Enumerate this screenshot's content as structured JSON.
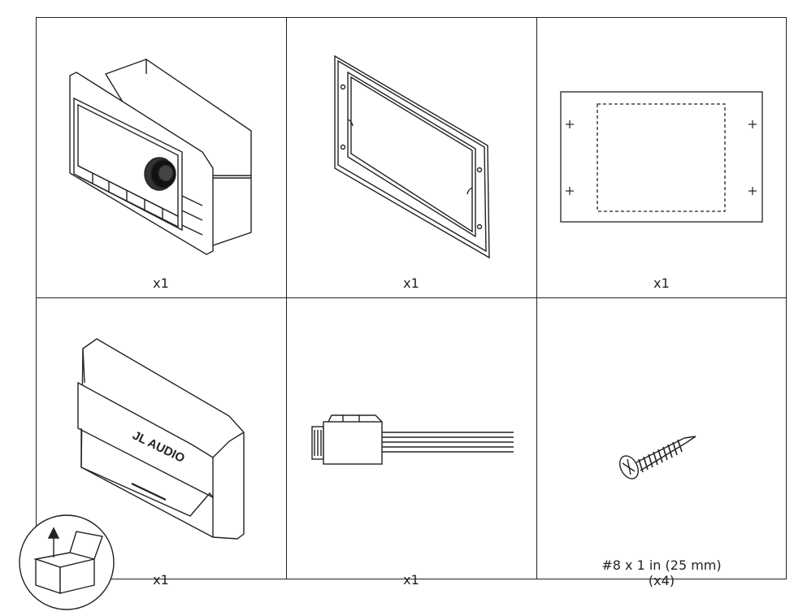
{
  "items": [
    {
      "name": "Controller unit",
      "qty": "x1"
    },
    {
      "name": "Mounting bezel frame",
      "qty": "x1"
    },
    {
      "name": "Mounting template",
      "qty": "x1"
    },
    {
      "name": "Protective cover",
      "qty": "x1",
      "logo_text": "JL AUDIO"
    },
    {
      "name": "Connector cable",
      "qty": "x1"
    },
    {
      "name": "Mounting screw",
      "qty_line1": "#8 x 1 in (25 mm)",
      "qty_line2": "(x4)"
    }
  ],
  "icons": {
    "box": "open-box-icon"
  }
}
